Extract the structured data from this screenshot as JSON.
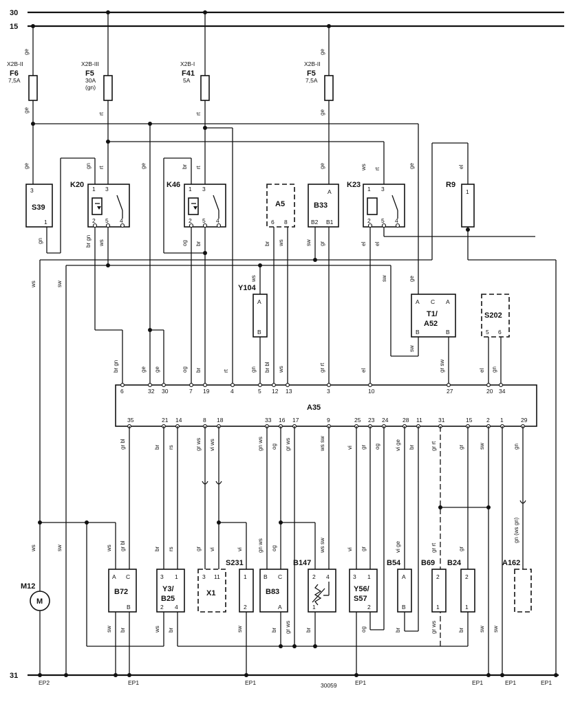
{
  "bus_lines": {
    "b30": "30",
    "b15": "15",
    "b31": "31"
  },
  "fuses": [
    {
      "conn": "X2B-II",
      "name": "F6",
      "rating": "7,5A",
      "extra": ""
    },
    {
      "conn": "X2B-III",
      "name": "F5",
      "rating": "30A",
      "extra": "(gn)"
    },
    {
      "conn": "X2B-I",
      "name": "F41",
      "rating": "5A",
      "extra": ""
    },
    {
      "conn": "X2B-II",
      "name": "F5",
      "rating": "7,5A",
      "extra": ""
    }
  ],
  "components": {
    "S39": "S39",
    "K20": "K20",
    "K46": "K46",
    "A5": "A5",
    "B33": "B33",
    "K23": "K23",
    "R9": "R9",
    "Y104": "Y104",
    "T1A52_1": "T1/",
    "T1A52_2": "A52",
    "S202": "S202",
    "A35": "A35",
    "M12": "M12",
    "M": "M",
    "B72": "B72",
    "Y3B25_1": "Y3/",
    "Y3B25_2": "B25",
    "X1": "X1",
    "S231": "S231",
    "B83": "B83",
    "B147": "B147",
    "Y56S57_1": "Y56/",
    "Y56S57_2": "S57",
    "B54": "B54",
    "B69": "B69",
    "B24": "B24",
    "A162": "A162"
  },
  "a35_top_pins": [
    "6",
    "32",
    "30",
    "7",
    "19",
    "4",
    "5",
    "12",
    "13",
    "3",
    "10",
    "27",
    "20",
    "34"
  ],
  "a35_bottom_pins": [
    "35",
    "21",
    "14",
    "8",
    "18",
    "33",
    "16",
    "17",
    "9",
    "25",
    "23",
    "24",
    "28",
    "11",
    "31",
    "15",
    "2",
    "1",
    "29"
  ],
  "wire_colors": {
    "ge": "ge",
    "rt": "rt",
    "gn": "gn",
    "br": "br",
    "ws": "ws",
    "sw": "sw",
    "og": "og",
    "el": "el",
    "gr": "gr",
    "vi": "vi",
    "rs": "rs",
    "brgn": "br gn",
    "brbl": "br bl",
    "grrt": "gr rt",
    "grsw": "gr sw",
    "grbl": "gr bl",
    "grws": "gr ws",
    "viws": "vi ws",
    "gnws": "gn ws",
    "wssw": "ws sw",
    "vige": "vi ge",
    "gnwsgn": "gn (ws gn)"
  },
  "pin_labels": {
    "p1": "1",
    "p2": "2",
    "p3": "3",
    "p4": "4",
    "p5": "5",
    "p6": "6",
    "p8": "8",
    "p11": "11",
    "pA": "A",
    "pB": "B",
    "pC": "C",
    "pB1": "B1",
    "pB2": "B2"
  },
  "ground_labels": {
    "ep1": "EP1",
    "ep2": "EP2"
  },
  "diagram_number": "30059"
}
